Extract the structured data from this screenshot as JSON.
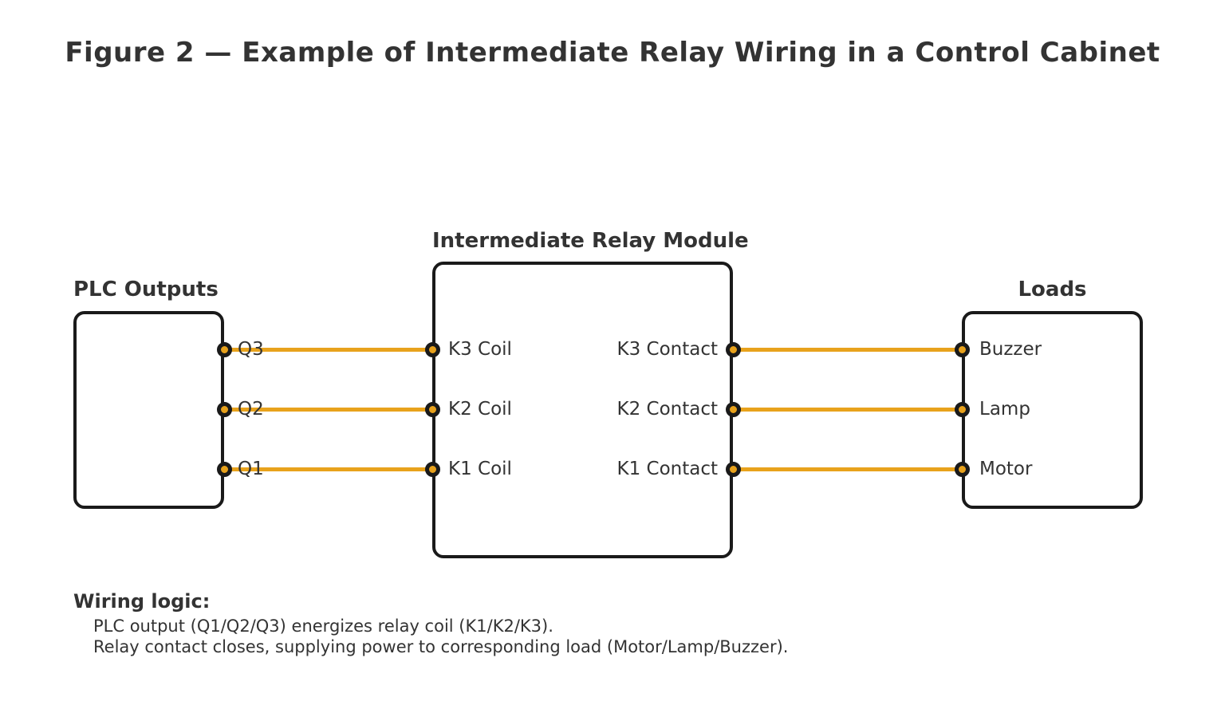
{
  "title": "Figure 2 — Example of Intermediate Relay Wiring in a Control Cabinet",
  "colors": {
    "wire": "#E8A21C",
    "border": "#1a1a1a",
    "text": "#333333"
  },
  "plc": {
    "label": "PLC Outputs",
    "terminals": [
      "Q3",
      "Q2",
      "Q1"
    ]
  },
  "relay": {
    "label": "Intermediate Relay Module",
    "coils": [
      "K3 Coil",
      "K2 Coil",
      "K1 Coil"
    ],
    "contacts": [
      "K3 Contact",
      "K2 Contact",
      "K1 Contact"
    ]
  },
  "loads": {
    "label": "Loads",
    "items": [
      "Buzzer",
      "Lamp",
      "Motor"
    ]
  },
  "notes": {
    "heading": "Wiring logic:",
    "lines": [
      "PLC output (Q1/Q2/Q3) energizes relay coil (K1/K2/K3).",
      "Relay contact closes, supplying power to corresponding load (Motor/Lamp/Buzzer)."
    ]
  }
}
